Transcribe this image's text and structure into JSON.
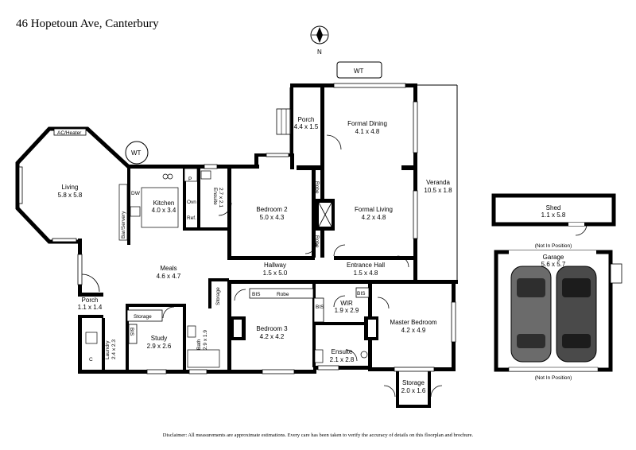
{
  "title": "46 Hopetoun Ave, Canterbury",
  "compass_label": "N",
  "wt_label": "WT",
  "rooms": {
    "living": {
      "name": "Living",
      "dims": "5.8 x 5.8"
    },
    "ac_heater": "AC/Heater",
    "kitchen": {
      "name": "Kitchen",
      "dims": "4.0 x 3.4"
    },
    "dw": "DW",
    "ovn": "Ovn",
    "ref": "Ref.",
    "p": "P",
    "bar": "Bar/Servery",
    "ensuite1": {
      "name": "Ensuite",
      "dims": "2.7 x 2.1"
    },
    "bedroom2": {
      "name": "Bedroom 2",
      "dims": "5.0 x 4.3"
    },
    "porch_top": {
      "name": "Porch",
      "dims": "4.4 x 1.5"
    },
    "formal_dining": {
      "name": "Formal Dining",
      "dims": "4.1 x 4.8"
    },
    "formal_living": {
      "name": "Formal Living",
      "dims": "4.2 x 4.8"
    },
    "robe1": "Robe",
    "robe2": "Robe",
    "veranda": {
      "name": "Veranda",
      "dims": "10.5 x 1.8"
    },
    "meals": {
      "name": "Meals",
      "dims": "4.6 x 4.7"
    },
    "hallway": {
      "name": "Hallway",
      "dims": "1.5 x 5.0"
    },
    "entrance_hall": {
      "name": "Entrance Hall",
      "dims": "1.5 x 4.8"
    },
    "storage_side": "Storage",
    "porch_left": {
      "name": "Porch",
      "dims": "1.1 x 1.4"
    },
    "storage_study": "Storage",
    "study": {
      "name": "Study",
      "dims": "2.9 x 2.6"
    },
    "bis1": "BIS",
    "laundry": {
      "name": "Laundry",
      "dims": "2.4 x 2.3"
    },
    "c": "C",
    "bath": {
      "name": "Bath",
      "dims": "2.9 x 1.9"
    },
    "bedroom3": {
      "name": "Bedroom 3",
      "dims": "4.2 x 4.2"
    },
    "bis2": "BIS",
    "robe3": "Robe",
    "bis3": "BIS",
    "wir": {
      "name": "WIR",
      "dims": "1.9 x 2.9"
    },
    "bis4": "BIS",
    "ensuite2": {
      "name": "Ensuite",
      "dims": "2.1 x 2.8"
    },
    "master": {
      "name": "Master Bedroom",
      "dims": "4.2 x 4.9"
    },
    "storage_bottom": {
      "name": "Storage",
      "dims": "2.0 x 1.6"
    },
    "shed": {
      "name": "Shed",
      "dims": "1.1 x 5.8"
    },
    "not_in_position_1": "(Not In Position)",
    "garage": {
      "name": "Garage",
      "dims": "5.6 x 5.7"
    },
    "not_in_position_2": "(Not In Position)"
  },
  "disclaimer": "Disclaimer: All measurements are approximate estimations. Every care has been taken to verify the accuracy of details on this floorplan and brochure."
}
